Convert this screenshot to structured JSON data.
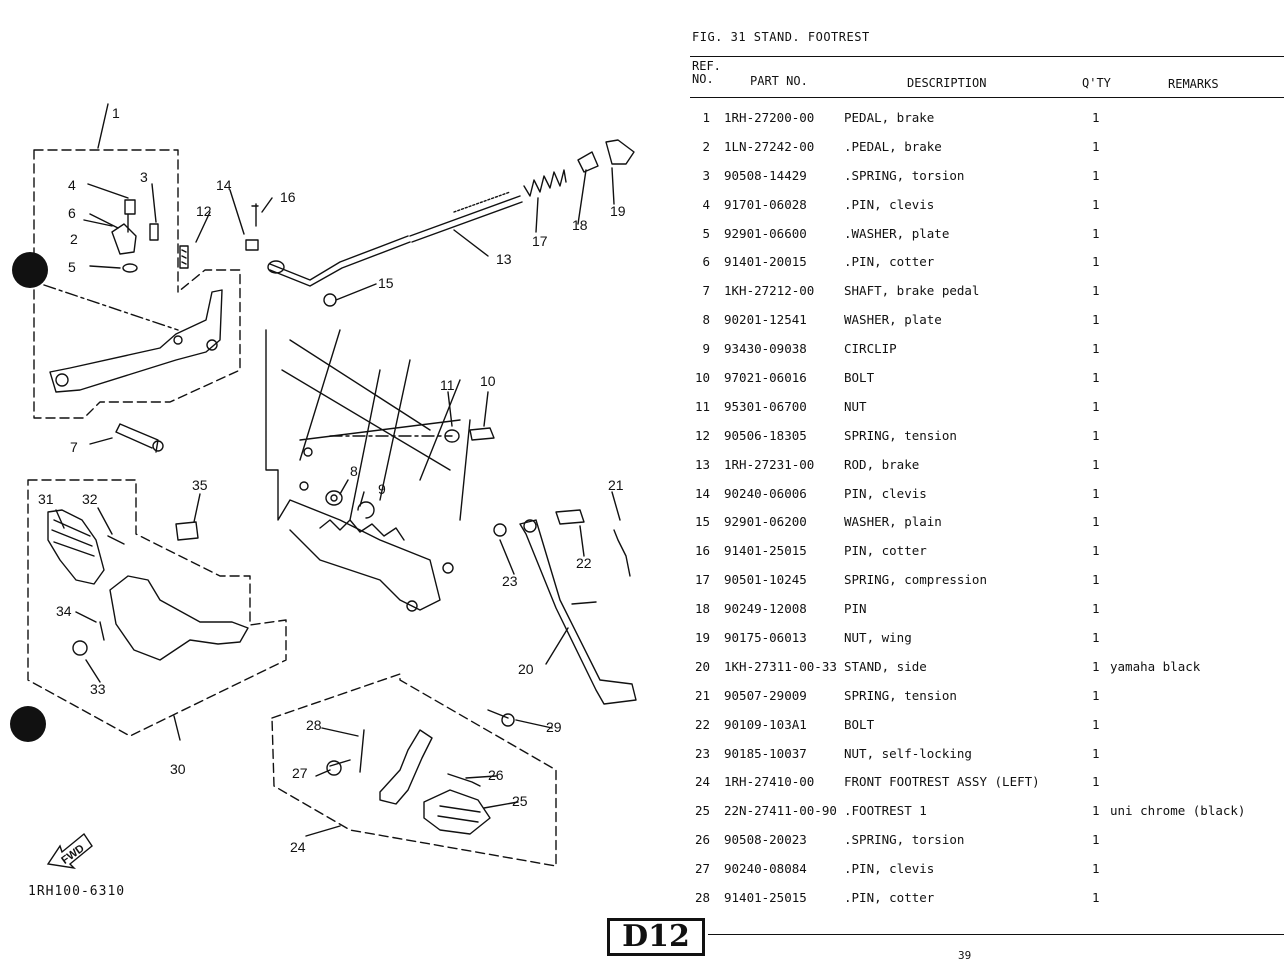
{
  "figure": {
    "title": "FIG. 31  STAND. FOOTREST"
  },
  "columns": {
    "ref": "REF.\nNO.",
    "part_no": "PART NO.",
    "description": "DESCRIPTION",
    "qty": "Q'TY",
    "remarks": "REMARKS"
  },
  "parts": [
    {
      "ref": "1",
      "part_no": "1RH-27200-00",
      "description": "PEDAL, brake",
      "qty": "1",
      "remarks": ""
    },
    {
      "ref": "2",
      "part_no": "1LN-27242-00",
      "description": ".PEDAL, brake",
      "qty": "1",
      "remarks": ""
    },
    {
      "ref": "3",
      "part_no": "90508-14429",
      "description": ".SPRING, torsion",
      "qty": "1",
      "remarks": ""
    },
    {
      "ref": "4",
      "part_no": "91701-06028",
      "description": ".PIN, clevis",
      "qty": "1",
      "remarks": ""
    },
    {
      "ref": "5",
      "part_no": "92901-06600",
      "description": ".WASHER, plate",
      "qty": "1",
      "remarks": ""
    },
    {
      "ref": "6",
      "part_no": "91401-20015",
      "description": ".PIN, cotter",
      "qty": "1",
      "remarks": ""
    },
    {
      "ref": "7",
      "part_no": "1KH-27212-00",
      "description": "SHAFT, brake pedal",
      "qty": "1",
      "remarks": ""
    },
    {
      "ref": "8",
      "part_no": "90201-12541",
      "description": "WASHER, plate",
      "qty": "1",
      "remarks": ""
    },
    {
      "ref": "9",
      "part_no": "93430-09038",
      "description": "CIRCLIP",
      "qty": "1",
      "remarks": ""
    },
    {
      "ref": "10",
      "part_no": "97021-06016",
      "description": "BOLT",
      "qty": "1",
      "remarks": ""
    },
    {
      "ref": "11",
      "part_no": "95301-06700",
      "description": "NUT",
      "qty": "1",
      "remarks": ""
    },
    {
      "ref": "12",
      "part_no": "90506-18305",
      "description": "SPRING, tension",
      "qty": "1",
      "remarks": ""
    },
    {
      "ref": "13",
      "part_no": "1RH-27231-00",
      "description": "ROD, brake",
      "qty": "1",
      "remarks": ""
    },
    {
      "ref": "14",
      "part_no": "90240-06006",
      "description": "PIN, clevis",
      "qty": "1",
      "remarks": ""
    },
    {
      "ref": "15",
      "part_no": "92901-06200",
      "description": "WASHER, plain",
      "qty": "1",
      "remarks": ""
    },
    {
      "ref": "16",
      "part_no": "91401-25015",
      "description": "PIN, cotter",
      "qty": "1",
      "remarks": ""
    },
    {
      "ref": "17",
      "part_no": "90501-10245",
      "description": "SPRING, compression",
      "qty": "1",
      "remarks": ""
    },
    {
      "ref": "18",
      "part_no": "90249-12008",
      "description": "PIN",
      "qty": "1",
      "remarks": ""
    },
    {
      "ref": "19",
      "part_no": "90175-06013",
      "description": "NUT, wing",
      "qty": "1",
      "remarks": ""
    },
    {
      "ref": "20",
      "part_no": "1KH-27311-00-33",
      "description": "STAND, side",
      "qty": "1",
      "remarks": "yamaha black"
    },
    {
      "ref": "21",
      "part_no": "90507-29009",
      "description": "SPRING, tension",
      "qty": "1",
      "remarks": ""
    },
    {
      "ref": "22",
      "part_no": "90109-103A1",
      "description": "BOLT",
      "qty": "1",
      "remarks": ""
    },
    {
      "ref": "23",
      "part_no": "90185-10037",
      "description": "NUT, self-locking",
      "qty": "1",
      "remarks": ""
    },
    {
      "ref": "24",
      "part_no": "1RH-27410-00",
      "description": "FRONT FOOTREST ASSY (LEFT)",
      "qty": "1",
      "remarks": ""
    },
    {
      "ref": "25",
      "part_no": "22N-27411-00-90",
      "description": ".FOOTREST 1",
      "qty": "1",
      "remarks": "uni chrome (black)"
    },
    {
      "ref": "26",
      "part_no": "90508-20023",
      "description": ".SPRING, torsion",
      "qty": "1",
      "remarks": ""
    },
    {
      "ref": "27",
      "part_no": "90240-08084",
      "description": ".PIN, clevis",
      "qty": "1",
      "remarks": ""
    },
    {
      "ref": "28",
      "part_no": "91401-25015",
      "description": ".PIN, cotter",
      "qty": "1",
      "remarks": ""
    }
  ],
  "diagram": {
    "code": "1RH100-6310",
    "fwd_label": "FWD",
    "callouts": [
      "1",
      "2",
      "3",
      "4",
      "5",
      "6",
      "7",
      "8",
      "9",
      "10",
      "11",
      "12",
      "13",
      "14",
      "15",
      "16",
      "17",
      "18",
      "19",
      "20",
      "21",
      "22",
      "23",
      "24",
      "25",
      "26",
      "27",
      "28",
      "29",
      "30",
      "31",
      "32",
      "33",
      "34",
      "35"
    ]
  },
  "footer": {
    "section_code": "D12",
    "page_number": "39"
  }
}
